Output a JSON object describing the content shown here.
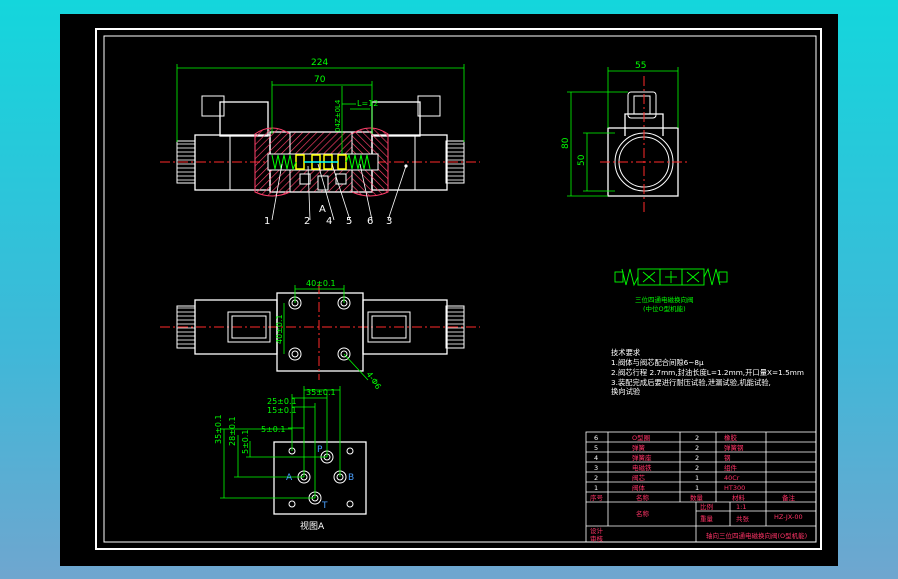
{
  "colors": {
    "background": "#000000",
    "frame": "#ffffff",
    "outline": "#ffffff",
    "dimension": "#00ff00",
    "centerline": "#ff2a2a",
    "hatch": "#ff3f6a",
    "spool": "#ffff00",
    "spool_accent": "#00ffff",
    "title_text": "#ff3366",
    "accent_blue": "#4aa0ff"
  },
  "top_view": {
    "dim_overall": "224",
    "dim_center": "70",
    "dim_side_note": "L=12",
    "dim_vertical": "04Z±0L4",
    "part_callouts": [
      "1",
      "2",
      "A",
      "4",
      "5",
      "6",
      "3"
    ]
  },
  "side_view": {
    "dim_width": "55",
    "dim_height": "80",
    "dim_inner": "50"
  },
  "middle_view": {
    "dim_width": "40±0.1",
    "dim_height": "40±0.1",
    "dim_hole": "4-Φ6"
  },
  "port_view": {
    "dim_h1": "25±0.1",
    "dim_h2": "15±0.1",
    "dim_h3": "35±0.1",
    "dim_h4": "5±0.1",
    "dim_v1": "35±0.1",
    "dim_v2": "28±0.1",
    "dim_v3": "5±0.1",
    "port_a": "A",
    "port_b": "B",
    "port_p": "P",
    "port_t": "T",
    "view_label": "视图A"
  },
  "symbol": {
    "caption_line1": "三位四通电磁换向阀",
    "caption_line2": "(中位O型机能)"
  },
  "notes": {
    "title": "技术要求",
    "lines": [
      "1.阀体与阀芯配合间隙6~8μ",
      "2.阀芯行程 2.7mm,封油长度L=1.2mm,开口量X=1.5mm",
      "3.装配完成后要进行耐压试验,泄漏试验,机能试验,",
      "   换向试验"
    ]
  },
  "bom": {
    "rows": [
      {
        "no": "6",
        "name": "O型圈",
        "qty": "2",
        "mat": "橡胶"
      },
      {
        "no": "5",
        "name": "弹簧",
        "qty": "2",
        "mat": "弹簧钢"
      },
      {
        "no": "4",
        "name": "弹簧座",
        "qty": "2",
        "mat": "钢"
      },
      {
        "no": "3",
        "name": "电磁铁",
        "qty": "2",
        "mat": "组件"
      },
      {
        "no": "2",
        "name": "阀芯",
        "qty": "1",
        "mat": "40Cr"
      },
      {
        "no": "1",
        "name": "阀体",
        "qty": "1",
        "mat": "HT300"
      }
    ],
    "header": {
      "no": "序号",
      "name": "名称",
      "qty": "数量",
      "mat": "材料",
      "note": "备注"
    },
    "title_label": "名称",
    "ratio_label": "比例",
    "ratio_value": "1:1",
    "sheet_label": "共张",
    "drawing_no": "HZ-JX-00",
    "mass_label": "重量",
    "design_label": "设计",
    "check_label": "审核",
    "footer_title": "轴向三位四通电磁换向阀(O型机能)"
  }
}
